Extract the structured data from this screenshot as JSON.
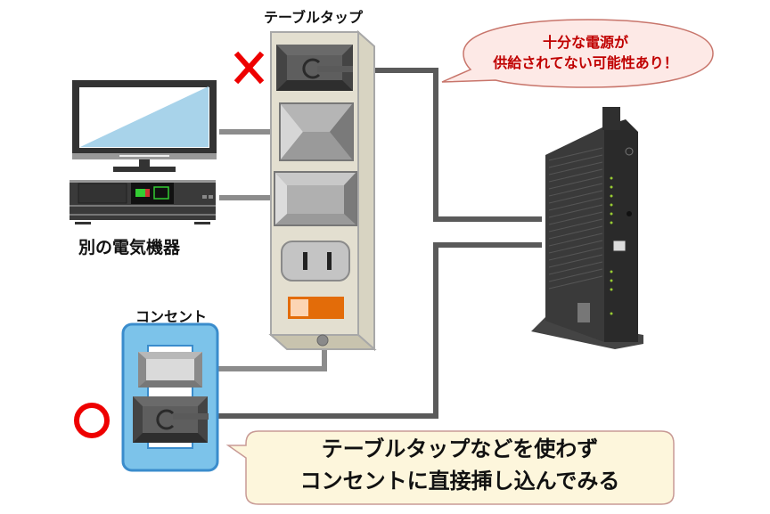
{
  "labels": {
    "power_strip": "テーブルタップ",
    "other_devices": "別の電気機器",
    "wall_outlet": "コンセント"
  },
  "callouts": {
    "warning": {
      "line1": "十分な電源が",
      "line2": "供給されてない可能性あり！",
      "text_color": "#c00000",
      "fill": "#fde9e6"
    },
    "tip": {
      "line1": "テーブルタップなどを使わず",
      "line2": "コンセントに直接挿し込んでみる",
      "fill": "#fdf6dc"
    }
  },
  "marks": {
    "bad": "×",
    "good": "○",
    "mark_color": "#ee0000"
  },
  "colors": {
    "power_strip_body": "#e3dfd0",
    "outlet_plate": "#7cc3ea",
    "switch": "#e36c09",
    "cable": "#5a5a5a",
    "router": "#3a3a3a"
  }
}
